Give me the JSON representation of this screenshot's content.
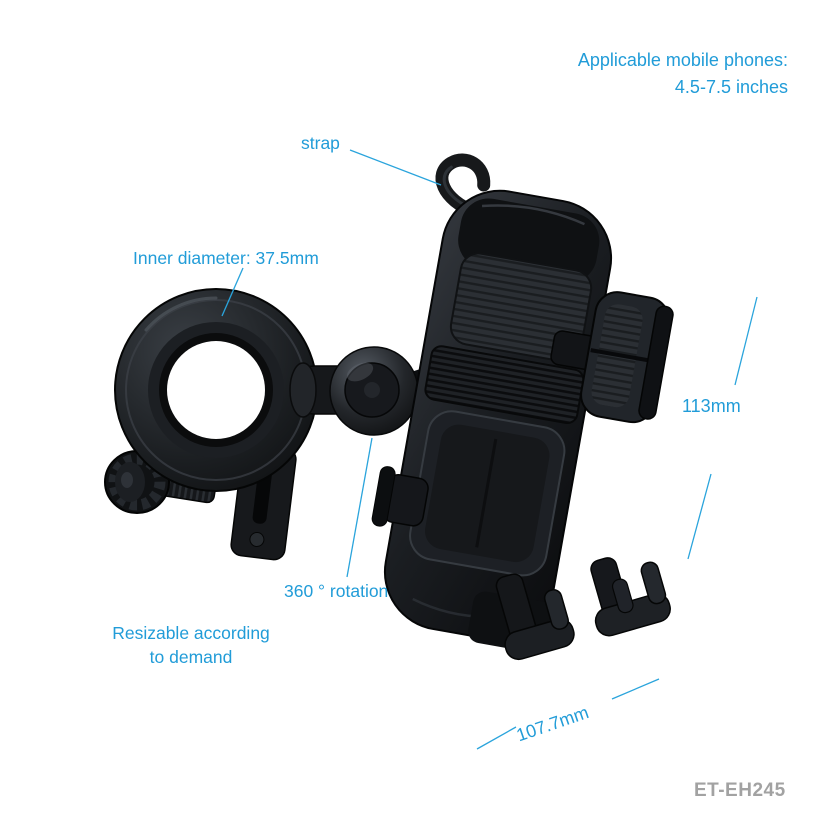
{
  "annotations": {
    "applicable_line1": "Applicable mobile phones:",
    "applicable_line2": "4.5-7.5 inches",
    "strap": "strap",
    "inner_diameter": "Inner diameter: 37.5mm",
    "rotation": "360 ° rotation",
    "resizable_line1": "Resizable according",
    "resizable_line2": "to demand",
    "dim_height": "113mm",
    "dim_width": "107.7mm"
  },
  "product": {
    "model": "ET-EH245",
    "parts": [
      "strap-hook",
      "phone-cradle",
      "side-grips",
      "bottom-feet",
      "ball-joint",
      "connecting-arm",
      "handlebar-clamp-ring",
      "tightening-knob",
      "clamp-bracket"
    ]
  },
  "colors": {
    "annotation_blue": "#219cd8",
    "model_gray": "#a2a2a2",
    "product_black": "#17191c",
    "background": "#ffffff"
  }
}
